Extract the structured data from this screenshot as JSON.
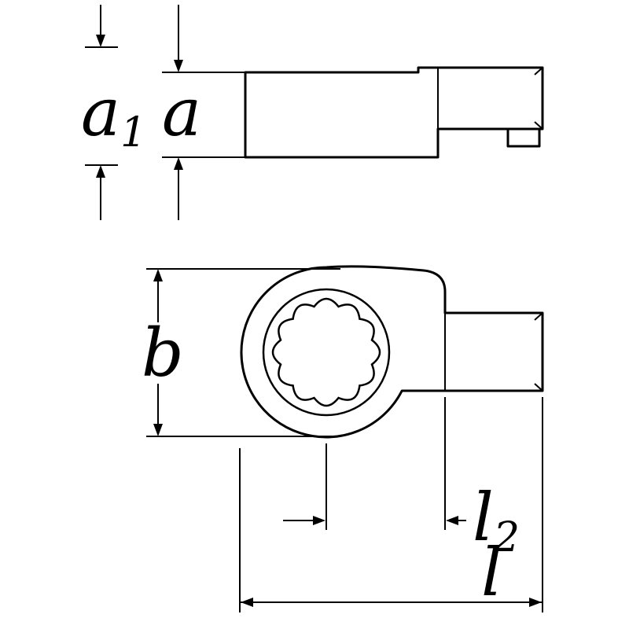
{
  "drawing": {
    "kind": "technical-dimension-drawing",
    "colors": {
      "line": "#000000",
      "background": "#ffffff"
    },
    "labels": {
      "a1": {
        "main": "a",
        "sub": "1"
      },
      "a": {
        "main": "a"
      },
      "b": {
        "main": "b"
      },
      "l2": {
        "main": "l",
        "sub": "2"
      },
      "l": {
        "main": "l"
      }
    }
  }
}
